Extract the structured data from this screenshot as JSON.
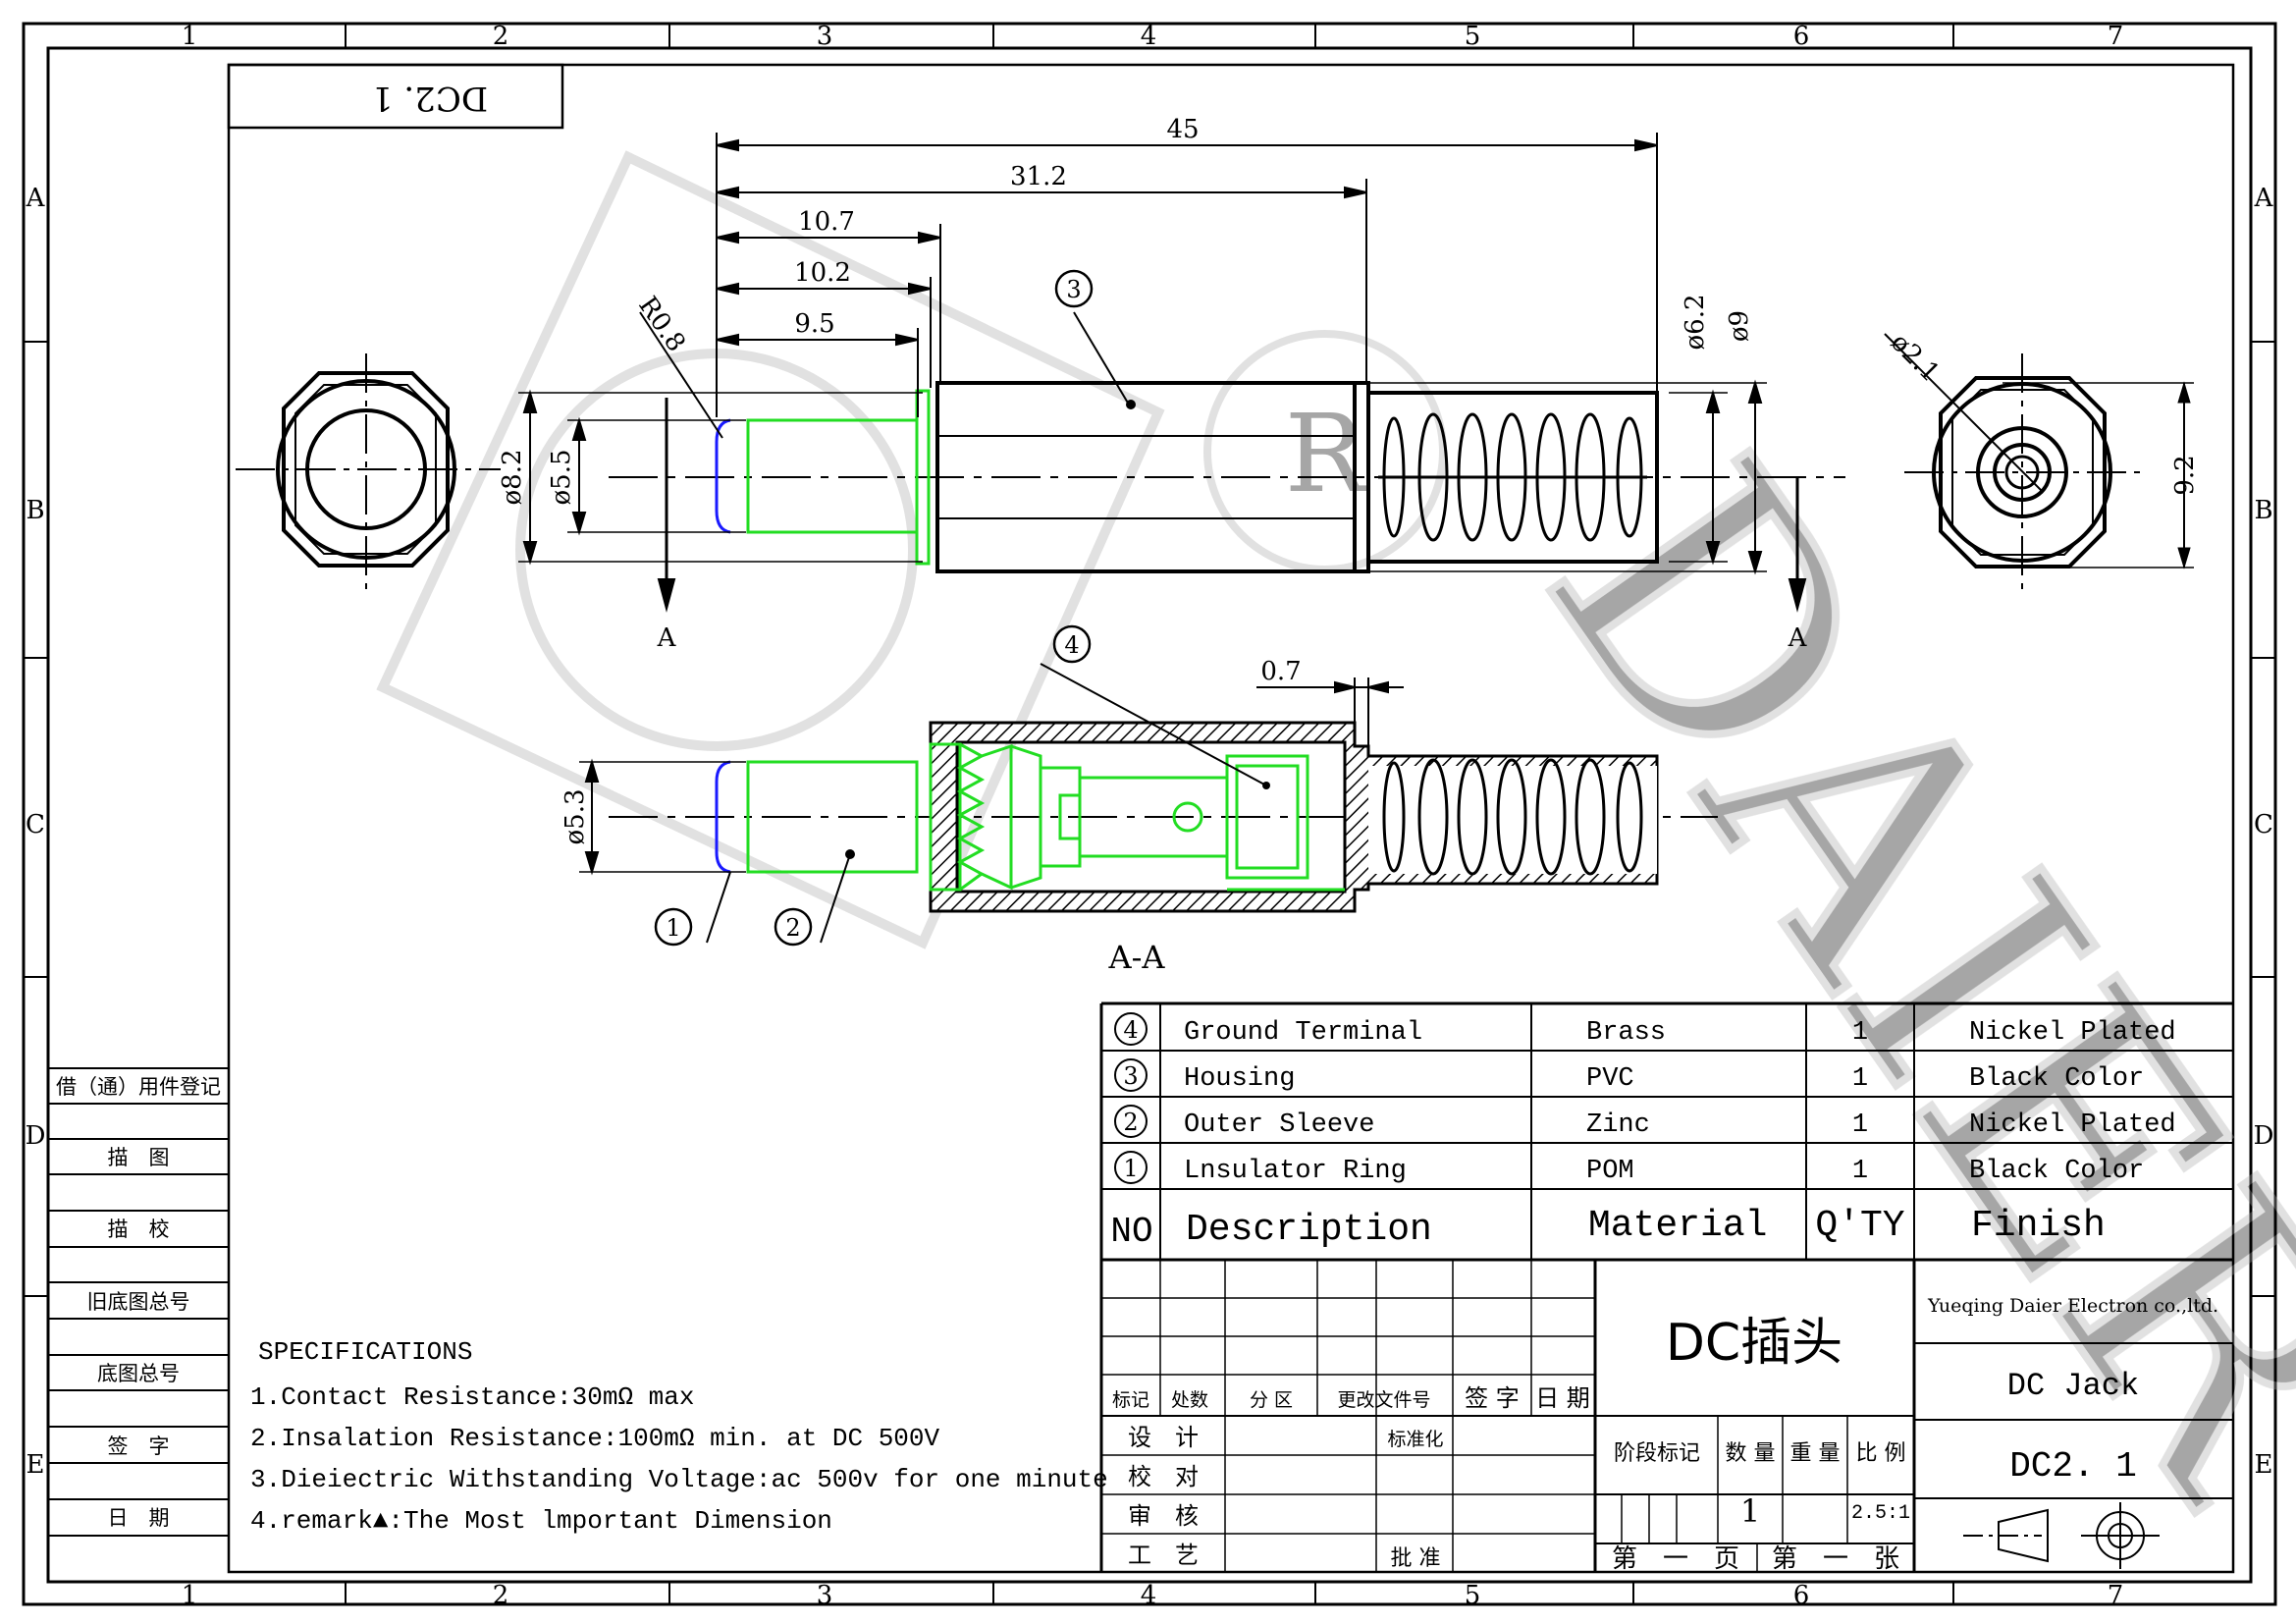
{
  "sheet": {
    "columns": [
      "1",
      "2",
      "3",
      "4",
      "5",
      "6",
      "7"
    ],
    "rows": [
      "A",
      "B",
      "C",
      "D",
      "E"
    ],
    "drawing_no_box": "DC2. 1"
  },
  "watermark": {
    "text": "DAIER",
    "mark": "R"
  },
  "dimensions": {
    "overall": "45",
    "housing_len": "31.2",
    "d1": "10.7",
    "d2": "10.2",
    "d3": "9.5",
    "radius": "R0.8",
    "dia_82": "ø8.2",
    "dia_55": "ø5.5",
    "dia_62": "ø6.2",
    "dia_9": "ø9",
    "dia_21": "ø2.1",
    "side_92": "9.2",
    "dia_53": "ø5.3",
    "gap_07": "0.7",
    "section_mark": "A",
    "section_label": "A-A"
  },
  "balloons": [
    "1",
    "2",
    "3",
    "4"
  ],
  "bom": {
    "rows": [
      {
        "no": "4",
        "desc": "Ground Terminal",
        "material": "Brass",
        "qty": "1",
        "finish": "Nickel Plated"
      },
      {
        "no": "3",
        "desc": "Housing",
        "material": "PVC",
        "qty": "1",
        "finish": "Black Color"
      },
      {
        "no": "2",
        "desc": "Outer Sleeve",
        "material": "Zinc",
        "qty": "1",
        "finish": "Nickel Plated"
      },
      {
        "no": "1",
        "desc": "Lnsulator Ring",
        "material": "POM",
        "qty": "1",
        "finish": "Black Color"
      }
    ],
    "header": {
      "no": "NO",
      "desc": "Description",
      "material": "Material",
      "qty": "Q'TY",
      "finish": "Finish"
    }
  },
  "left_strip": [
    "借（通）用件登记",
    "描　图",
    "描　校",
    "旧底图总号",
    "底图总号",
    "签　字",
    "日　期"
  ],
  "specs": {
    "title": "SPECIFICATIONS",
    "items": [
      "1.Contact Resistance:30mΩ max",
      "2.Insalation Resistance:100mΩ min. at DC 500V",
      "3.Dieiectric Withstanding Voltage:ac 500v for one minute",
      "4.remark▲:The Most lmportant Dimension"
    ]
  },
  "title_block": {
    "labels_row": [
      "标记",
      "处数",
      "分 区",
      "更改文件号",
      "签 字",
      "日 期"
    ],
    "sign_rows": [
      "设　计",
      "校　对",
      "审　核",
      "工　艺"
    ],
    "std_label": "标准化",
    "approve_label": "批 准",
    "product_cn": "DC插头",
    "company": "Yueqing Daier Electron co.,ltd.",
    "product_en": "DC Jack",
    "part_no": "DC2. 1",
    "stage_label": "阶段标记",
    "qty_label": "数 量",
    "weight_label": "重 量",
    "scale_label": "比 例",
    "qty_value": "1",
    "scale_value": "2.5:1",
    "page_label": "第　一　页",
    "sheet_label": "第　一　张"
  }
}
